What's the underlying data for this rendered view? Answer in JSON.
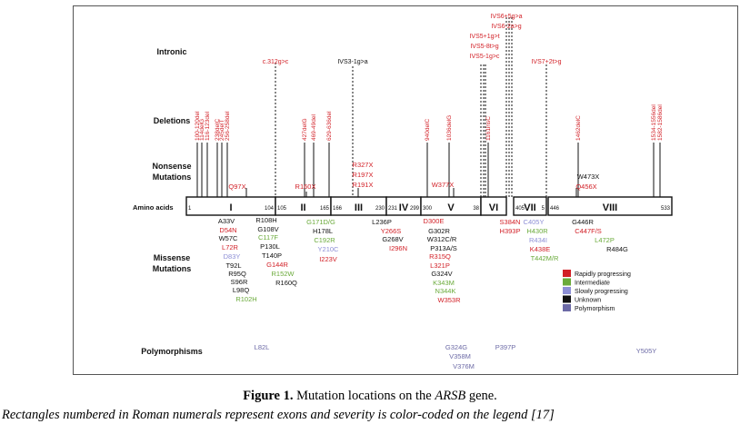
{
  "colors": {
    "rapid": "#d21f26",
    "intermediate": "#6aaa3a",
    "slow": "#8d8fd6",
    "unknown": "#111111",
    "polymorphism": "#6c6aa6"
  },
  "row_labels": {
    "intronic": "Intronic",
    "deletions": "Deletions",
    "nonsense1": "Nonsense",
    "nonsense2": "Mutations",
    "amino": "Amino acids",
    "missense1": "Missense",
    "missense2": "Mutations",
    "poly": "Polymorphisms"
  },
  "exons": [
    {
      "label": "I",
      "start": "1",
      "end": "104"
    },
    {
      "label": "II",
      "start": "105",
      "end": "165"
    },
    {
      "label": "III",
      "start": "166",
      "end": "230"
    },
    {
      "label": "IV",
      "start": "231",
      "end": "299"
    },
    {
      "label": "V",
      "start": "300",
      "end": "38"
    },
    {
      "label": "VI",
      "start": "",
      "end": ""
    },
    {
      "label": "VII",
      "start": "405",
      "end": "5"
    },
    {
      "label": "VIII",
      "start": "446",
      "end": "533"
    }
  ],
  "intronic": [
    {
      "text": "c.312g>c",
      "sev": "rapid"
    },
    {
      "text": "IVS3-1g>a",
      "sev": "unknown"
    },
    {
      "text": "IVS5+1g>t",
      "sev": "rapid"
    },
    {
      "text": "IVS5-8t>g",
      "sev": "rapid"
    },
    {
      "text": "IVS5-1g>c",
      "sev": "rapid"
    },
    {
      "text": "IVS6+5g>a",
      "sev": "rapid"
    },
    {
      "text": "IVS6-2a>g",
      "sev": "rapid"
    },
    {
      "text": "IVS7+2t>g",
      "sev": "rapid"
    }
  ],
  "deletions": [
    {
      "text": "100-120del",
      "sev": "rapid"
    },
    {
      "text": "114delG",
      "sev": "rapid"
    },
    {
      "text": "116-123del",
      "sev": "rapid"
    },
    {
      "text": "238delC",
      "sev": "rapid"
    },
    {
      "text": "245delT",
      "sev": "rapid"
    },
    {
      "text": "256-258del",
      "sev": "rapid"
    },
    {
      "text": "427delG",
      "sev": "rapid"
    },
    {
      "text": "469-49del",
      "sev": "rapid"
    },
    {
      "text": "629-636del",
      "sev": "rapid"
    },
    {
      "text": "940delC",
      "sev": "rapid"
    },
    {
      "text": "1036delG",
      "sev": "rapid"
    },
    {
      "text": "1161insC",
      "sev": "rapid"
    },
    {
      "text": "1462delC",
      "sev": "rapid"
    },
    {
      "text": "1534-1556del",
      "sev": "rapid"
    },
    {
      "text": "1582-1586del",
      "sev": "rapid"
    }
  ],
  "nonsense": [
    {
      "text": "Q97X",
      "sev": "rapid"
    },
    {
      "text": "R160X",
      "sev": "rapid"
    },
    {
      "text": "R327X",
      "sev": "rapid"
    },
    {
      "text": "R197X",
      "sev": "rapid"
    },
    {
      "text": "R191X",
      "sev": "rapid"
    },
    {
      "text": "W377X",
      "sev": "rapid"
    },
    {
      "text": "W473X",
      "sev": "unknown"
    },
    {
      "text": "Q456X",
      "sev": "rapid"
    }
  ],
  "missense": [
    {
      "text": "A33V",
      "sev": "unknown"
    },
    {
      "text": "D54N",
      "sev": "rapid"
    },
    {
      "text": "W57C",
      "sev": "unknown"
    },
    {
      "text": "L72R",
      "sev": "rapid"
    },
    {
      "text": "D83Y",
      "sev": "slow"
    },
    {
      "text": "T92L",
      "sev": "unknown"
    },
    {
      "text": "R95Q",
      "sev": "unknown"
    },
    {
      "text": "S96R",
      "sev": "unknown"
    },
    {
      "text": "L98Q",
      "sev": "unknown"
    },
    {
      "text": "R102H",
      "sev": "intermediate"
    },
    {
      "text": "R108H",
      "sev": "unknown"
    },
    {
      "text": "G108V",
      "sev": "unknown"
    },
    {
      "text": "C117F",
      "sev": "intermediate"
    },
    {
      "text": "P130L",
      "sev": "unknown"
    },
    {
      "text": "T140P",
      "sev": "unknown"
    },
    {
      "text": "G144R",
      "sev": "rapid"
    },
    {
      "text": "R152W",
      "sev": "intermediate"
    },
    {
      "text": "R160Q",
      "sev": "unknown"
    },
    {
      "text": "G171D/G",
      "sev": "intermediate"
    },
    {
      "text": "H178L",
      "sev": "unknown"
    },
    {
      "text": "C192R",
      "sev": "intermediate"
    },
    {
      "text": "Y210C",
      "sev": "slow"
    },
    {
      "text": "I223V",
      "sev": "rapid"
    },
    {
      "text": "L236P",
      "sev": "unknown"
    },
    {
      "text": "Y266S",
      "sev": "rapid"
    },
    {
      "text": "G268V",
      "sev": "unknown"
    },
    {
      "text": "I296N",
      "sev": "rapid"
    },
    {
      "text": "D300E",
      "sev": "rapid"
    },
    {
      "text": "G302R",
      "sev": "unknown"
    },
    {
      "text": "W312C/R",
      "sev": "unknown"
    },
    {
      "text": "P313A/S",
      "sev": "unknown"
    },
    {
      "text": "R315Q",
      "sev": "rapid"
    },
    {
      "text": "L321P",
      "sev": "rapid"
    },
    {
      "text": "G324V",
      "sev": "unknown"
    },
    {
      "text": "K343M",
      "sev": "intermediate"
    },
    {
      "text": "N344K",
      "sev": "intermediate"
    },
    {
      "text": "W353R",
      "sev": "rapid"
    },
    {
      "text": "S384N",
      "sev": "rapid"
    },
    {
      "text": "H393P",
      "sev": "rapid"
    },
    {
      "text": "C405Y",
      "sev": "slow"
    },
    {
      "text": "H430R",
      "sev": "intermediate"
    },
    {
      "text": "R434I",
      "sev": "slow"
    },
    {
      "text": "K438E",
      "sev": "rapid"
    },
    {
      "text": "T442M/R",
      "sev": "intermediate"
    },
    {
      "text": "G446R",
      "sev": "unknown"
    },
    {
      "text": "C447F/S",
      "sev": "rapid"
    },
    {
      "text": "L472P",
      "sev": "intermediate"
    },
    {
      "text": "R484G",
      "sev": "unknown"
    }
  ],
  "polymorphisms": [
    {
      "text": "L82L",
      "sev": "polymorphism"
    },
    {
      "text": "G324G",
      "sev": "polymorphism"
    },
    {
      "text": "V358M",
      "sev": "polymorphism"
    },
    {
      "text": "P397P",
      "sev": "polymorphism"
    },
    {
      "text": "V376M",
      "sev": "polymorphism"
    },
    {
      "text": "Y505Y",
      "sev": "polymorphism"
    }
  ],
  "legend": [
    {
      "text": "Rapidly progressing",
      "sev": "rapid"
    },
    {
      "text": "Intermediate",
      "sev": "intermediate"
    },
    {
      "text": "Slowly progressing",
      "sev": "slow"
    },
    {
      "text": "Unknown",
      "sev": "unknown"
    },
    {
      "text": "Polymorphism",
      "sev": "polymorphism"
    }
  ],
  "caption": {
    "label": "Figure 1.",
    "text_before": " Mutation locations on the ",
    "gene": "ARSB",
    "text_after": " gene.",
    "note": "Rectangles numbered in Roman numerals represent exons and severity is color-coded on the legend [17]"
  }
}
